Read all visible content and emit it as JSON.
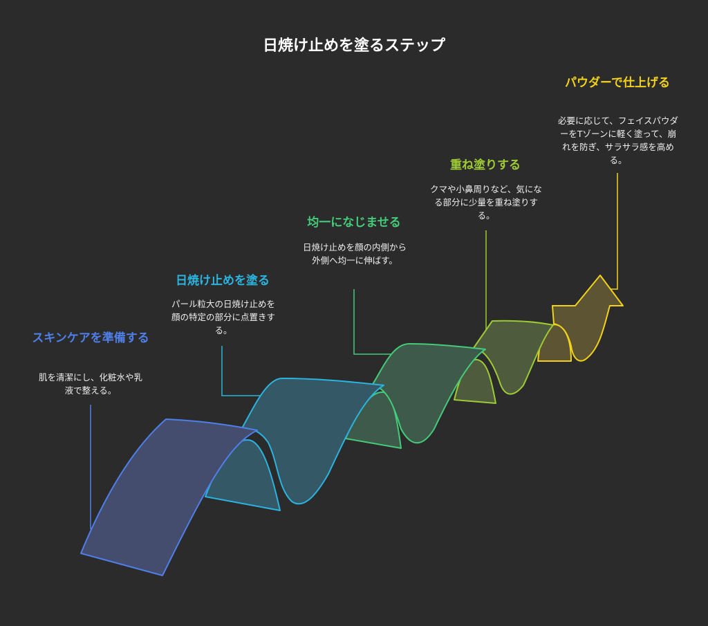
{
  "title": "日焼け止めを塗るステップ",
  "steps": [
    {
      "title": "スキンケアを準備する",
      "description": "肌を清潔にし、化粧水や乳液で整える。",
      "color": "#4f7fe8",
      "fill": "#454d6e"
    },
    {
      "title": "日焼け止めを塗る",
      "description": "パール粒大の日焼け止めを顔の特定の部分に点置きする。",
      "color": "#2cb4e0",
      "fill": "#345866"
    },
    {
      "title": "均一になじませる",
      "description": "日焼け止めを顔の内側から外側へ均一に伸ばす。",
      "color": "#45cc7a",
      "fill": "#3e5a4a"
    },
    {
      "title": "重ね塗りする",
      "description": "クマや小鼻周りなど、気になる部分に少量を重ね塗りする。",
      "color": "#9ecb35",
      "fill": "#4f5b3d"
    },
    {
      "title": "パウダーで仕上げる",
      "description": "必要に応じて、フェイスパウダーをTゾーンに軽く塗って、崩れを防ぎ、サラサラ感を高める。",
      "color": "#f2d21c",
      "fill": "#5c5433"
    }
  ]
}
